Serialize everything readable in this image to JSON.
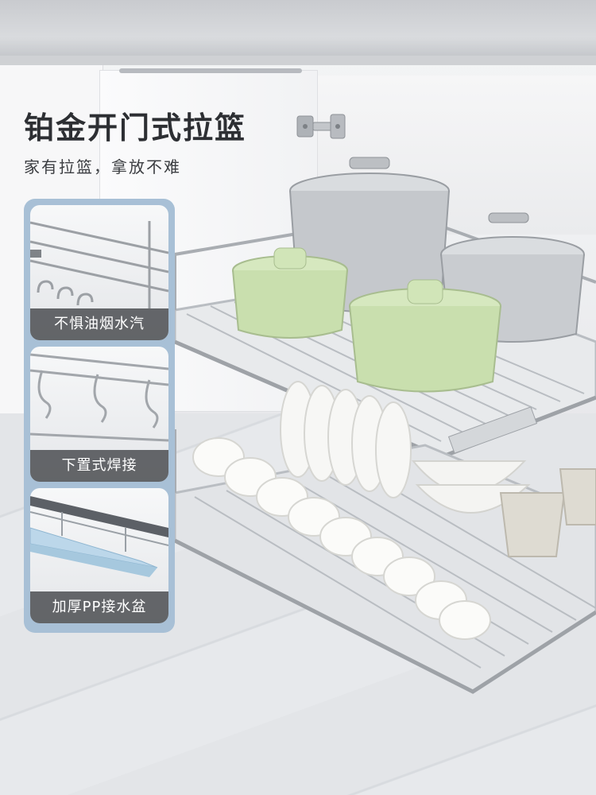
{
  "header": {
    "title": "铂金开门式拉篮",
    "subtitle": "家有拉篮，拿放不难"
  },
  "features": [
    {
      "label": "不惧油烟水汽",
      "icon": "wire-hook-icon"
    },
    {
      "label": "下置式焊接",
      "icon": "weld-joint-icon"
    },
    {
      "label": "加厚PP接水盆",
      "icon": "drip-tray-icon"
    }
  ],
  "colors": {
    "panel_bg": "#a8c0d6",
    "label_bg": "#46484c",
    "title_text": "#2d2f33",
    "basket_chrome": "#b9bdc2",
    "cookware_green": "#c9dfae",
    "pot_steel": "#c5c8cc"
  }
}
